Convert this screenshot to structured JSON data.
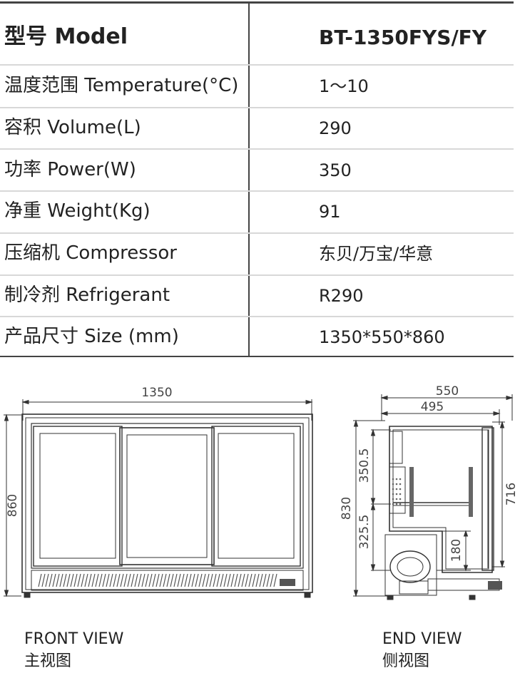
{
  "spec_table": {
    "header": {
      "label": "型号 Model",
      "value": "BT-1350FYS/FY"
    },
    "rows": [
      {
        "label": "温度范围 Temperature(°C)",
        "value": "1～10"
      },
      {
        "label": "容积 Volume(L)",
        "value": "290"
      },
      {
        "label": "功率 Power(W)",
        "value": "350"
      },
      {
        "label": "净重 Weight(Kg)",
        "value": "91"
      },
      {
        "label": "压缩机 Compressor",
        "value": "东贝/万宝/华意"
      },
      {
        "label": "制冷剂 Refrigerant",
        "value": "R290"
      },
      {
        "label": "产品尺寸 Size (mm)",
        "value": "1350*550*860"
      }
    ]
  },
  "front_view": {
    "width_dim": "1350",
    "height_dim": "860",
    "caption_en": "FRONT VIEW",
    "caption_zh": "主视图"
  },
  "end_view": {
    "depth_dim": "550",
    "inner_depth_dim": "495",
    "total_height_dim": "830",
    "upper_dim": "350.5",
    "lower_dim": "325.5",
    "door_height_dim": "716",
    "base_dim": "180",
    "caption_en": "END VIEW",
    "caption_zh": "侧视图"
  },
  "colors": {
    "rule": "#444444",
    "row_rule": "#d8d8d8",
    "drawing": "#333333"
  }
}
